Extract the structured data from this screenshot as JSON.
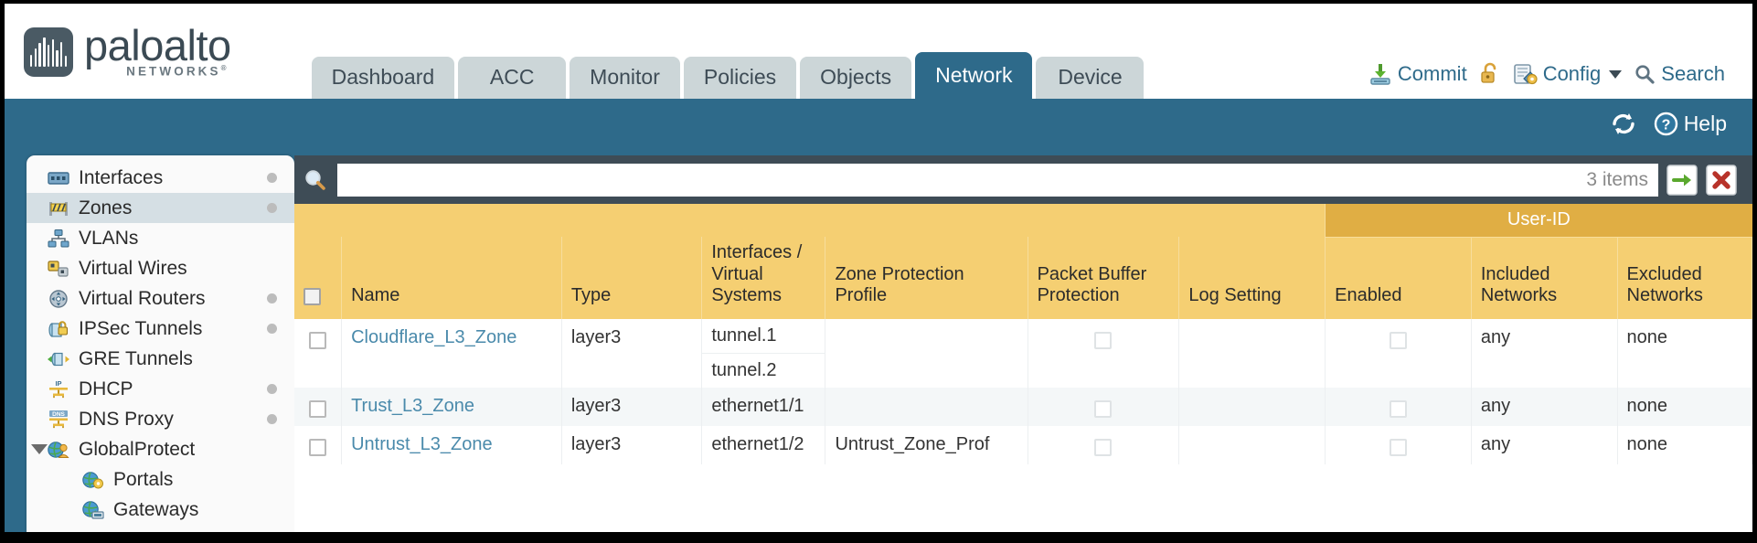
{
  "header": {
    "logo": {
      "brand": "paloalto",
      "sub": "NETWORKS",
      "reg": "®"
    },
    "tabs": [
      {
        "label": "Dashboard",
        "active": false
      },
      {
        "label": "ACC",
        "active": false
      },
      {
        "label": "Monitor",
        "active": false
      },
      {
        "label": "Policies",
        "active": false
      },
      {
        "label": "Objects",
        "active": false
      },
      {
        "label": "Network",
        "active": true
      },
      {
        "label": "Device",
        "active": false
      }
    ],
    "actions": {
      "commit": "Commit",
      "lock_icon": "unlock-icon",
      "config": "Config",
      "search": "Search"
    },
    "toolbar": {
      "refresh_icon": "refresh-icon",
      "help": "Help"
    },
    "accent_blue": "#2e6a8a",
    "tab_inactive": "#ccd6d8"
  },
  "sidebar": {
    "items": [
      {
        "label": "Interfaces",
        "icon": "interfaces-icon",
        "selected": false,
        "dot": true,
        "child": false,
        "expandable": false
      },
      {
        "label": "Zones",
        "icon": "zones-icon",
        "selected": true,
        "dot": true,
        "child": false,
        "expandable": false
      },
      {
        "label": "VLANs",
        "icon": "vlans-icon",
        "selected": false,
        "dot": false,
        "child": false,
        "expandable": false
      },
      {
        "label": "Virtual Wires",
        "icon": "virtual-wires-icon",
        "selected": false,
        "dot": false,
        "child": false,
        "expandable": false
      },
      {
        "label": "Virtual Routers",
        "icon": "virtual-routers-icon",
        "selected": false,
        "dot": true,
        "child": false,
        "expandable": false
      },
      {
        "label": "IPSec Tunnels",
        "icon": "ipsec-tunnels-icon",
        "selected": false,
        "dot": true,
        "child": false,
        "expandable": false
      },
      {
        "label": "GRE Tunnels",
        "icon": "gre-tunnels-icon",
        "selected": false,
        "dot": false,
        "child": false,
        "expandable": false
      },
      {
        "label": "DHCP",
        "icon": "dhcp-icon",
        "selected": false,
        "dot": true,
        "child": false,
        "expandable": false
      },
      {
        "label": "DNS Proxy",
        "icon": "dns-proxy-icon",
        "selected": false,
        "dot": true,
        "child": false,
        "expandable": false
      },
      {
        "label": "GlobalProtect",
        "icon": "globalprotect-icon",
        "selected": false,
        "dot": false,
        "child": false,
        "expandable": true
      },
      {
        "label": "Portals",
        "icon": "portals-icon",
        "selected": false,
        "dot": false,
        "child": true,
        "expandable": false
      },
      {
        "label": "Gateways",
        "icon": "gateways-icon",
        "selected": false,
        "dot": false,
        "child": true,
        "expandable": false
      }
    ]
  },
  "filter": {
    "search_icon": "search-icon",
    "value": "",
    "placeholder": "",
    "item_count": "3 items",
    "apply_icon": "apply-filter-arrow-icon",
    "clear_icon": "clear-filter-x-icon"
  },
  "table": {
    "group_header": "User-ID",
    "columns": [
      "Name",
      "Type",
      "Interfaces / Virtual Systems",
      "Zone Protection Profile",
      "Packet Buffer Protection",
      "Log Setting",
      "Enabled",
      "Included Networks",
      "Excluded Networks"
    ],
    "rows": [
      {
        "selected": false,
        "name": "Cloudflare_L3_Zone",
        "type": "layer3",
        "interfaces": [
          "tunnel.1",
          "tunnel.2"
        ],
        "zone_protection_profile": "",
        "packet_buffer_protection": false,
        "log_setting": "",
        "userid_enabled": false,
        "included_networks": "any",
        "excluded_networks": "none"
      },
      {
        "selected": false,
        "name": "Trust_L3_Zone",
        "type": "layer3",
        "interfaces": [
          "ethernet1/1"
        ],
        "zone_protection_profile": "",
        "packet_buffer_protection": false,
        "log_setting": "",
        "userid_enabled": false,
        "included_networks": "any",
        "excluded_networks": "none"
      },
      {
        "selected": false,
        "name": "Untrust_L3_Zone",
        "type": "layer3",
        "interfaces": [
          "ethernet1/2"
        ],
        "zone_protection_profile": "Untrust_Zone_Prof",
        "packet_buffer_protection": false,
        "log_setting": "",
        "userid_enabled": false,
        "included_networks": "any",
        "excluded_networks": "none"
      }
    ]
  }
}
